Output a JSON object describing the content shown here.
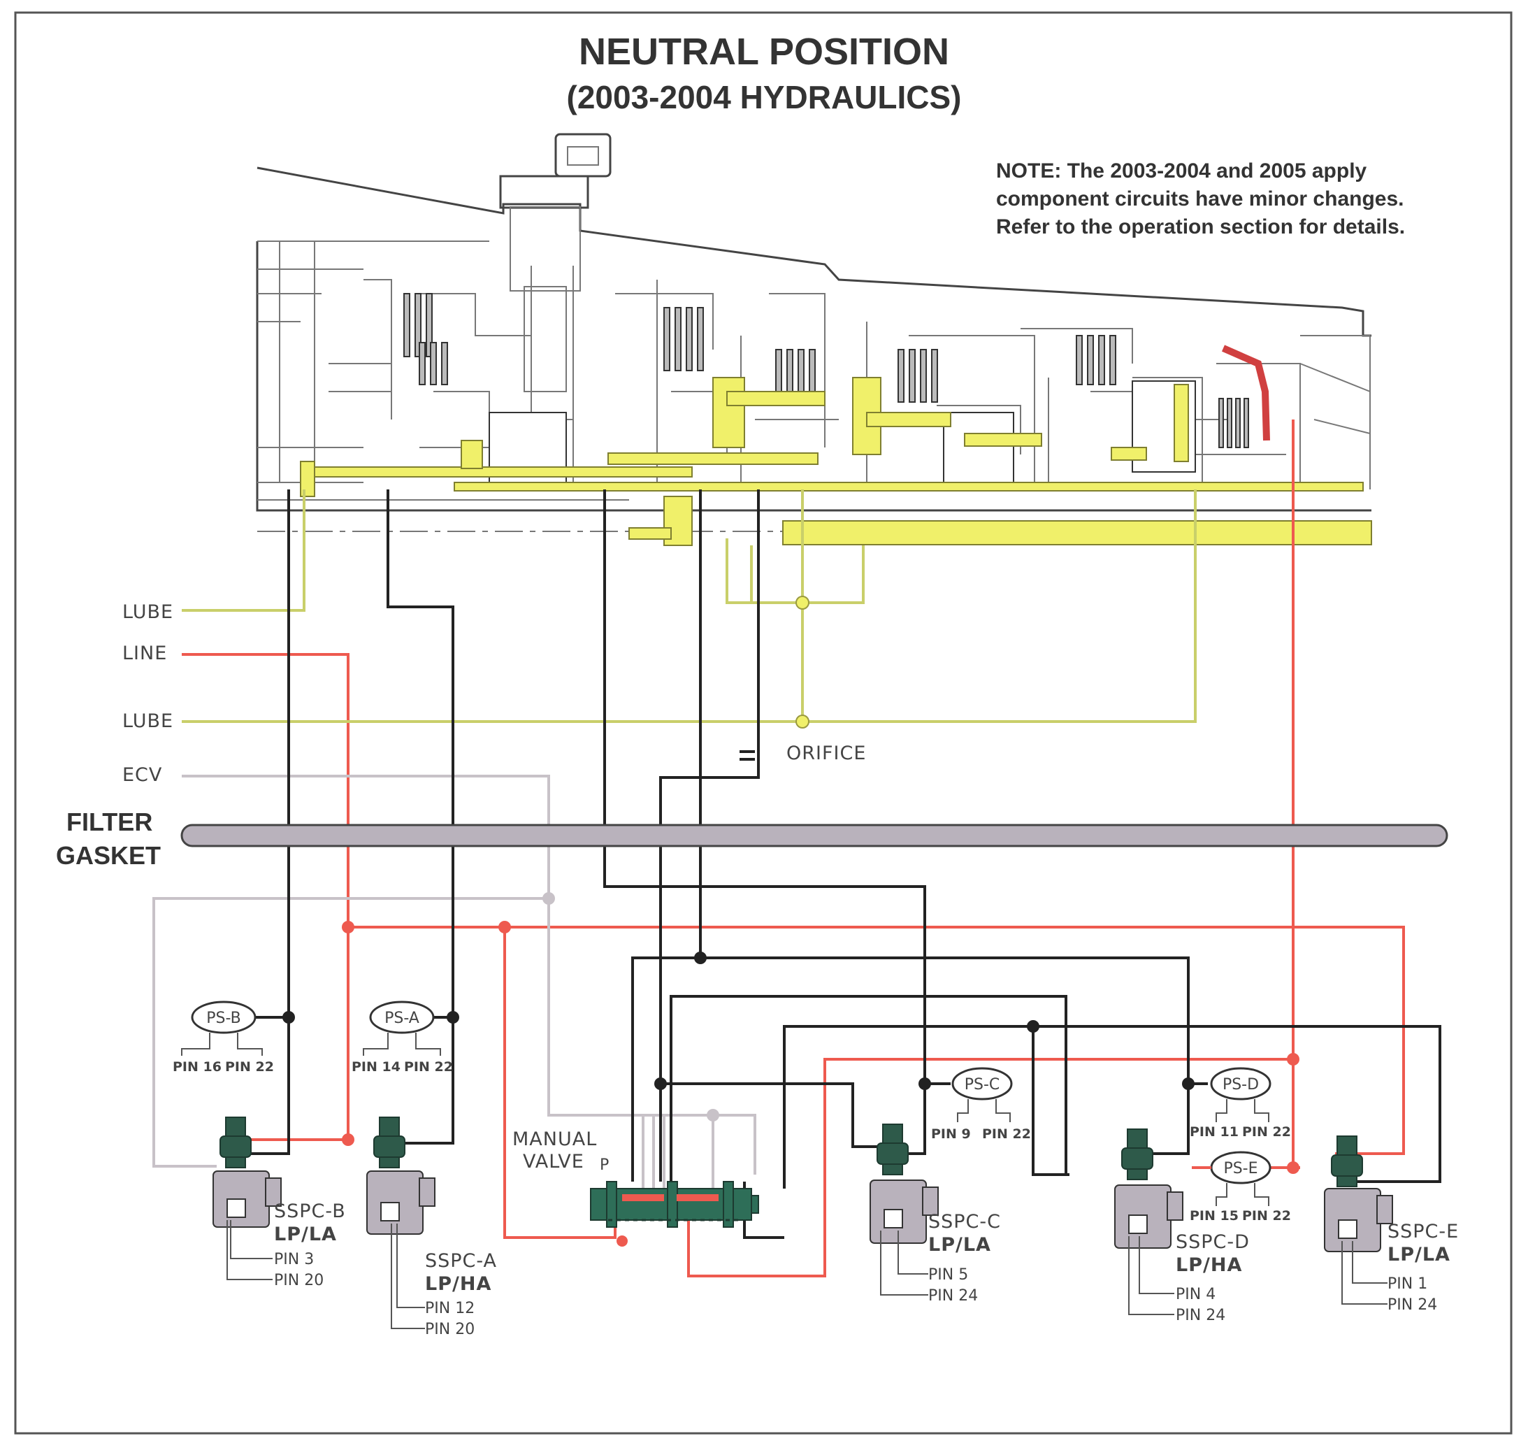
{
  "title": {
    "line1": "NEUTRAL POSITION",
    "line2": "(2003-2004 HYDRAULICS)"
  },
  "note": {
    "line1": "NOTE: The 2003-2004 and 2005 apply",
    "line2": "component circuits have minor changes.",
    "line3": "Refer to the operation section for details."
  },
  "circuits": {
    "lube_upper": "LUBE",
    "line": "LINE",
    "lube_lower": "LUBE",
    "ecv": "ECV"
  },
  "orifice": "ORIFICE",
  "filter_gasket": {
    "line1": "FILTER",
    "line2": "GASKET"
  },
  "manual_valve": {
    "line1": "MANUAL",
    "line2": "VALVE",
    "position": "P"
  },
  "pressure_switches": [
    {
      "id": "ps-b",
      "label": "PS-B",
      "pins": [
        "PIN 16",
        "PIN 22"
      ]
    },
    {
      "id": "ps-a",
      "label": "PS-A",
      "pins": [
        "PIN 14",
        "PIN 22"
      ]
    },
    {
      "id": "ps-c",
      "label": "PS-C",
      "pins": [
        "PIN 9",
        "PIN 22"
      ]
    },
    {
      "id": "ps-d",
      "label": "PS-D",
      "pins": [
        "PIN 11",
        "PIN 22"
      ]
    },
    {
      "id": "ps-e",
      "label": "PS-E",
      "pins": [
        "PIN 15",
        "PIN 22"
      ]
    }
  ],
  "solenoids": [
    {
      "id": "sspc-b",
      "name": "SSPC-B",
      "type": "LP/LA",
      "pins": [
        "PIN 3",
        "PIN 20"
      ]
    },
    {
      "id": "sspc-a",
      "name": "SSPC-A",
      "type": "LP/HA",
      "pins": [
        "PIN 12",
        "PIN 20"
      ]
    },
    {
      "id": "sspc-c",
      "name": "SSPC-C",
      "type": "LP/LA",
      "pins": [
        "PIN 5",
        "PIN 24"
      ]
    },
    {
      "id": "sspc-d",
      "name": "SSPC-D",
      "type": "LP/HA",
      "pins": [
        "PIN 4",
        "PIN 24"
      ]
    },
    {
      "id": "sspc-e",
      "name": "SSPC-E",
      "type": "LP/LA",
      "pins": [
        "PIN 1",
        "PIN 24"
      ]
    }
  ],
  "colors": {
    "line": "#ee5a4f",
    "lube": "#c9cf6a",
    "ecv": "#c8c2c8",
    "apply": "#222222",
    "gasket": "#b9b2bc",
    "lube_fill": "#f0f06a"
  }
}
